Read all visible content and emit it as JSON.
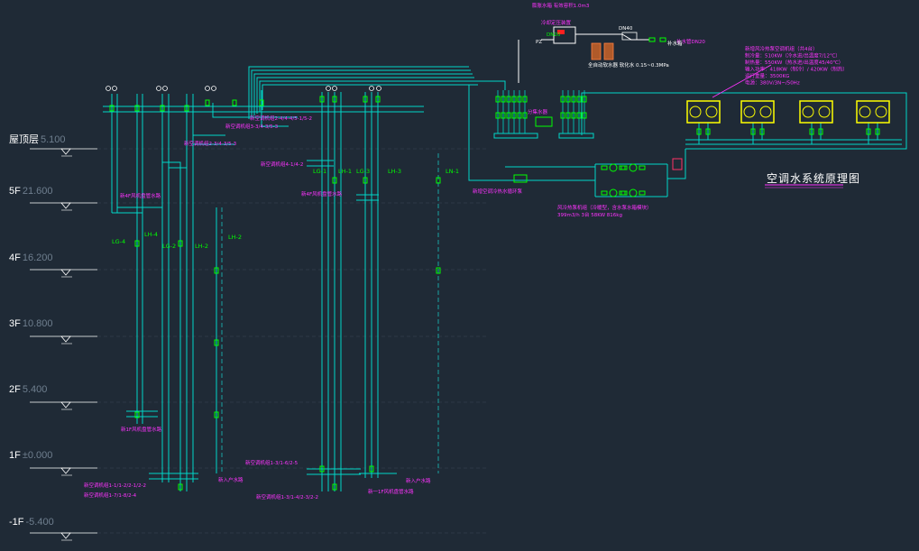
{
  "drawing": {
    "title": "空调水系统原理图",
    "colors": {
      "background": "#1f2a36",
      "pipe": "#00d7c8",
      "pipe_dark": "#1aa3a3",
      "valve": "#00ff00",
      "note": "#ff33ff",
      "unit": "#ffff00",
      "white": "#ffffff",
      "level_line": "#3a4654"
    }
  },
  "floors": [
    {
      "name": "屋顶层",
      "elevation": "5.100"
    },
    {
      "name": "5F",
      "elevation": "21.600"
    },
    {
      "name": "4F",
      "elevation": "16.200"
    },
    {
      "name": "3F",
      "elevation": "10.800"
    },
    {
      "name": "2F",
      "elevation": "5.400"
    },
    {
      "name": "1F",
      "elevation": "±0.000"
    },
    {
      "name": "-1F",
      "elevation": "-5.400"
    }
  ],
  "risers": [
    {
      "label": "LG-4"
    },
    {
      "label": "LH-4"
    },
    {
      "label": "LG-2"
    },
    {
      "label": "LH-2"
    },
    {
      "label": "LH-2"
    },
    {
      "label": "LG-1"
    },
    {
      "label": "LH-1"
    },
    {
      "label": "LG-3"
    },
    {
      "label": "LH-3"
    },
    {
      "label": "LN-1"
    }
  ],
  "notes": [
    {
      "text": "新空调机组2-4/4-4/5-1/5-2"
    },
    {
      "text": "新空调机组3-3/4-3/5-3"
    },
    {
      "text": "新空调机组2-3/4-3/5-3"
    },
    {
      "text": "新空调机组4-1/4-2"
    },
    {
      "text": "新4F风机盘管水路"
    },
    {
      "text": "新4F风机盘管水路"
    },
    {
      "text": "新1F风机盘管水路"
    },
    {
      "text": "新空调机组1-1/1-2/2-1/2-2"
    },
    {
      "text": "新空调机组1-7/1-8/2-4"
    },
    {
      "text": "新空调机组1-3/1-6/2-5"
    },
    {
      "text": "新空调机组1-3/1-4/2-3/2-2"
    },
    {
      "text": "新一1F风机盘管水路"
    },
    {
      "text": "新入户水路"
    },
    {
      "text": "新入户水路"
    },
    {
      "text": "新增空调冷热水循环泵"
    },
    {
      "text": "分集水器"
    },
    {
      "text": "风冷热泵机组（冷暖型，含水泵水箱模块）"
    },
    {
      "text": "399m3/h 3台 58KW 816kg"
    },
    {
      "text": "冷却定压装置"
    },
    {
      "text": "补水管DN20"
    }
  ],
  "unit_specs": {
    "lines": [
      "新增风冷热泵空调机组（共4台）",
      "制冷量：510KW（冷水进/出温度7/12℃）",
      "制热量：550KW（热水进/出温度45/40℃）",
      "输入功率：418KW（制冷）/ 420KW（制热）",
      "运行重量：3500KG",
      "电源：380V/3N~/50Hz"
    ]
  },
  "top_components": {
    "tank_label": "膨胀水箱 有效容积1.0m3",
    "dn_label": "DN40",
    "pz_label": "PZ",
    "dn_small": "DN20",
    "makeup_label": "补水箱",
    "softener_note": "全自动软水器 软化水 0.15~0.3MPa"
  },
  "chillers": [
    {
      "id": "unit-1"
    },
    {
      "id": "unit-2"
    },
    {
      "id": "unit-3"
    },
    {
      "id": "unit-4"
    }
  ]
}
